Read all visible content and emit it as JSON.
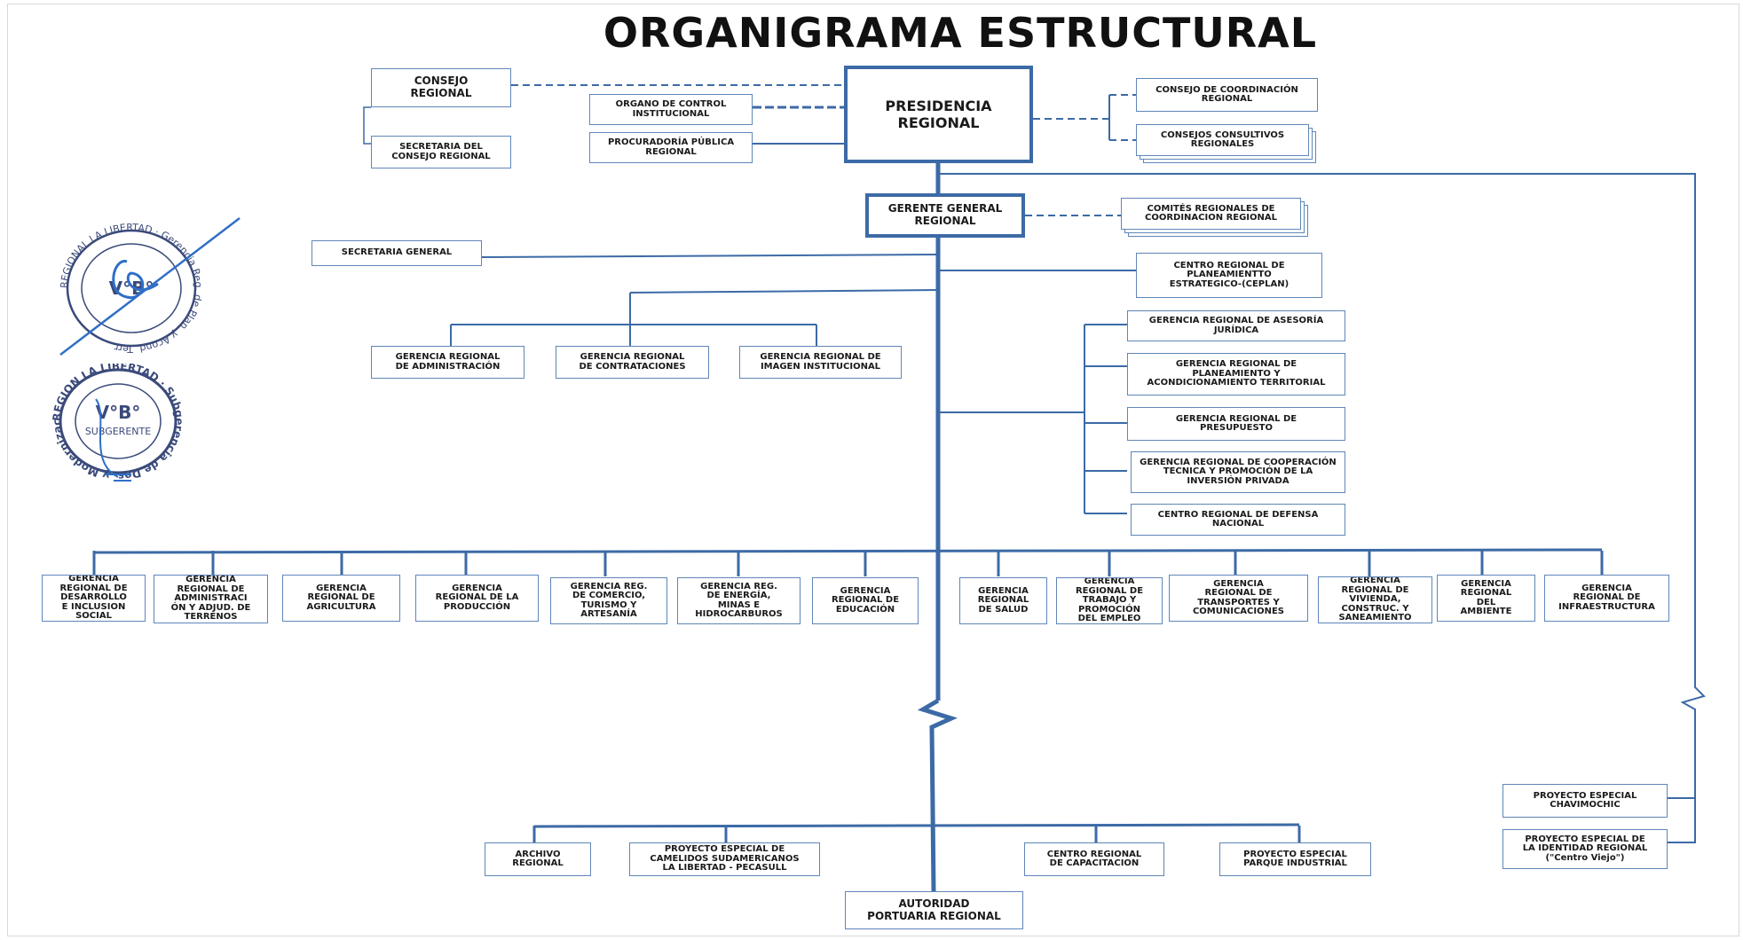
{
  "title": "ORGANIGRAMA ESTRUCTURAL",
  "colors": {
    "line": "#3c6aa6",
    "box_border": "#5f86b8",
    "seal": "#3a4a7a",
    "signature": "#2f6fc7"
  },
  "top": {
    "consejo_regional": "CONSEJO\nREGIONAL",
    "secretaria_consejo": "SECRETARIA DEL\nCONSEJO REGIONAL",
    "organo_control": "ORGANO DE CONTROL\nINSTITUCIONAL",
    "procuraduria": "PROCURADORÍA PÚBLICA\nREGIONAL",
    "presidencia": "PRESIDENCIA\nREGIONAL",
    "consejo_coordinacion": "CONSEJO DE COORDINACIÓN\nREGIONAL",
    "consejos_consultivos": "CONSEJOS CONSULTIVOS\nREGIONALES"
  },
  "gerencia_general": {
    "gerente_general": "GERENTE GENERAL\nREGIONAL",
    "comites_regionales": "COMITÉS REGIONALES DE\nCOORDINACION REGIONAL",
    "secretaria_general": "SECRETARIA GENERAL",
    "ceplan": "CENTRO REGIONAL DE\nPLANEAMIENTTO\nESTRATEGICO-(CEPLAN)"
  },
  "support_units": [
    "GERENCIA REGIONAL\nDE ADMINISTRACIÓN",
    "GERENCIA REGIONAL\nDE CONTRATACIONES",
    "GERENCIA REGIONAL DE\nIMAGEN INSTITUCIONAL"
  ],
  "advisory_units": [
    "GERENCIA REGIONAL DE ASESORÍA\nJURÍDICA",
    "GERENCIA REGIONAL DE\nPLANEAMIENTO Y\nACONDICIONAMIENTO TERRITORIAL",
    "GERENCIA REGIONAL DE\nPRESUPUESTO",
    "GERENCIA REGIONAL DE COOPERACIÓN\nTECNICA Y PROMOCIÓN DE LA\nINVERSIÓN PRIVADA",
    "CENTRO REGIONAL DE DEFENSA\nNACIONAL"
  ],
  "line_units": [
    "GERENCIA\nREGIONAL DE\nDESARROLLO\nE INCLUSION\nSOCIAL",
    "GERENCIA\nREGIONAL DE\nADMINISTRACI\nÓN Y ADJUD. DE\nTERRENOS",
    "GERENCIA\nREGIONAL DE\nAGRICULTURA",
    "GERENCIA\nREGIONAL DE LA\nPRODUCCIÓN",
    "GERENCIA REG.\nDE COMERCIO,\nTURISMO Y\nARTESANÍA",
    "GERENCIA REG.\nDE ENERGÍA,\nMINAS E\nHIDROCARBUROS",
    "GERENCIA\nREGIONAL DE\nEDUCACIÓN",
    "GERENCIA\nREGIONAL\nDE SALUD",
    "GERENCIA\nREGIONAL DE\nTRABAJO Y\nPROMOCIÓN\nDEL EMPLEO",
    "GERENCIA\nREGIONAL DE\nTRANSPORTES Y\nCOMUNICACIONES",
    "GERENCIA\nREGIONAL DE\nVIVIENDA,\nCONSTRUC. Y\nSANEAMIENTO",
    "GERENCIA\nREGIONAL\nDEL\nAMBIENTE",
    "GERENCIA\nREGIONAL DE\nINFRAESTRUCTURA"
  ],
  "special_projects": {
    "chavimochic": "PROYECTO ESPECIAL\nCHAVIMOCHIC",
    "identidad": "PROYECTO ESPECIAL DE\nLA IDENTIDAD REGIONAL\n(\"Centro Viejo\")"
  },
  "decentralized_units": [
    "ARCHIVO\nREGIONAL",
    "PROYECTO ESPECIAL DE\nCAMELIDOS SUDAMERICANOS\nLA LIBERTAD - PECASULL",
    "CENTRO REGIONAL\nDE CAPACITACION",
    "PROYECTO ESPECIAL\nPARQUE INDUSTRIAL"
  ],
  "autoridad_portuaria": "AUTORIDAD\nPORTUARIA REGIONAL",
  "seals": {
    "seal1_text": "REGIONAL LA LIBERTAD · Gerencia Reg. de Plan. y Acond. Terr.",
    "seal1_mark": "V°B°",
    "seal2_text": "REGION LA LIBERTAD · Subgerencia de Des. y Modernización Inst.",
    "seal2_mark": "V°B°",
    "seal2_sub": "SUBGERENTE"
  }
}
